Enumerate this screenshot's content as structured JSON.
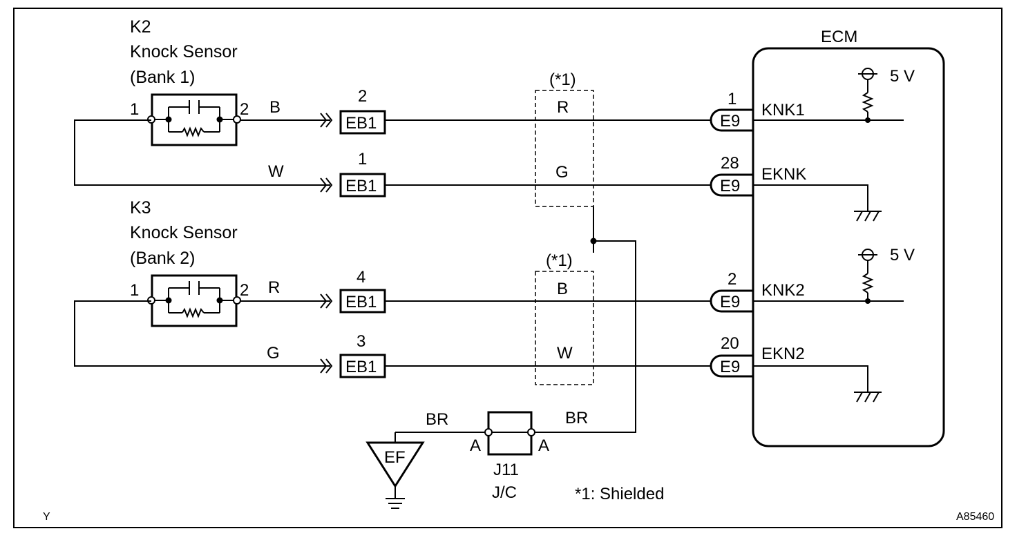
{
  "sensor_bank1": {
    "code": "K2",
    "name": "Knock Sensor",
    "bank": "(Bank 1)",
    "pin_left": "1",
    "pin_right": "2"
  },
  "sensor_bank2": {
    "code": "K3",
    "name": "Knock Sensor",
    "bank": "(Bank 2)",
    "pin_left": "1",
    "pin_right": "2"
  },
  "ecm": {
    "title": "ECM",
    "supply_1": "5 V",
    "supply_2": "5 V"
  },
  "wires": [
    {
      "color": "B",
      "eb1_pin": "2",
      "eb1": "EB1",
      "shield_color": "R",
      "e9_pin": "1",
      "e9": "E9",
      "terminal": "KNK1"
    },
    {
      "color": "W",
      "eb1_pin": "1",
      "eb1": "EB1",
      "shield_color": "G",
      "e9_pin": "28",
      "e9": "E9",
      "terminal": "EKNK"
    },
    {
      "color": "R",
      "eb1_pin": "4",
      "eb1": "EB1",
      "shield_color": "B",
      "e9_pin": "2",
      "e9": "E9",
      "terminal": "KNK2"
    },
    {
      "color": "G",
      "eb1_pin": "3",
      "eb1": "EB1",
      "shield_color": "W",
      "e9_pin": "20",
      "e9": "E9",
      "terminal": "EKN2"
    }
  ],
  "shield_label_1": "(*1)",
  "shield_label_2": "(*1)",
  "junction": {
    "code": "J11",
    "type": "J/C",
    "pin_left": "A",
    "pin_right": "A",
    "wire_left": "BR",
    "wire_right": "BR"
  },
  "ground": {
    "label": "EF"
  },
  "note": "*1: Shielded",
  "corner_left": "Y",
  "corner_right": "A85460"
}
